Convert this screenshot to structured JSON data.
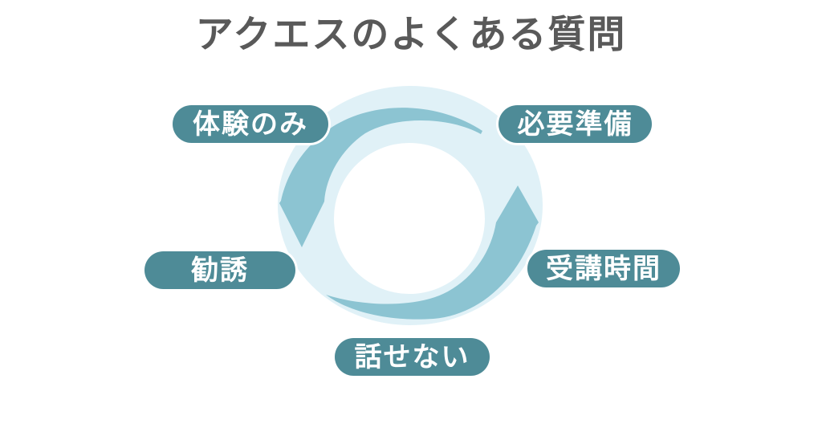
{
  "title": {
    "text": "アクエスのよくある質問"
  },
  "diagram": {
    "type": "circular-cycle",
    "labels": [
      {
        "id": "trial-only",
        "text": "体験のみ",
        "position": "top-left"
      },
      {
        "id": "preparation",
        "text": "必要準備",
        "position": "top-right"
      },
      {
        "id": "solicitation",
        "text": "勧誘",
        "position": "middle-left"
      },
      {
        "id": "lesson-time",
        "text": "受講時間",
        "position": "middle-right"
      },
      {
        "id": "cannot-speak",
        "text": "話せない",
        "position": "bottom-center"
      }
    ],
    "colors": {
      "page_bg": "#ffffff",
      "title_text": "#595959",
      "circle_bg": "#e0f1f7",
      "inner_circle": "#ffffff",
      "arrow": "#8cc4d2",
      "pill_bg": "#4e8b97",
      "pill_text": "#ffffff"
    }
  }
}
